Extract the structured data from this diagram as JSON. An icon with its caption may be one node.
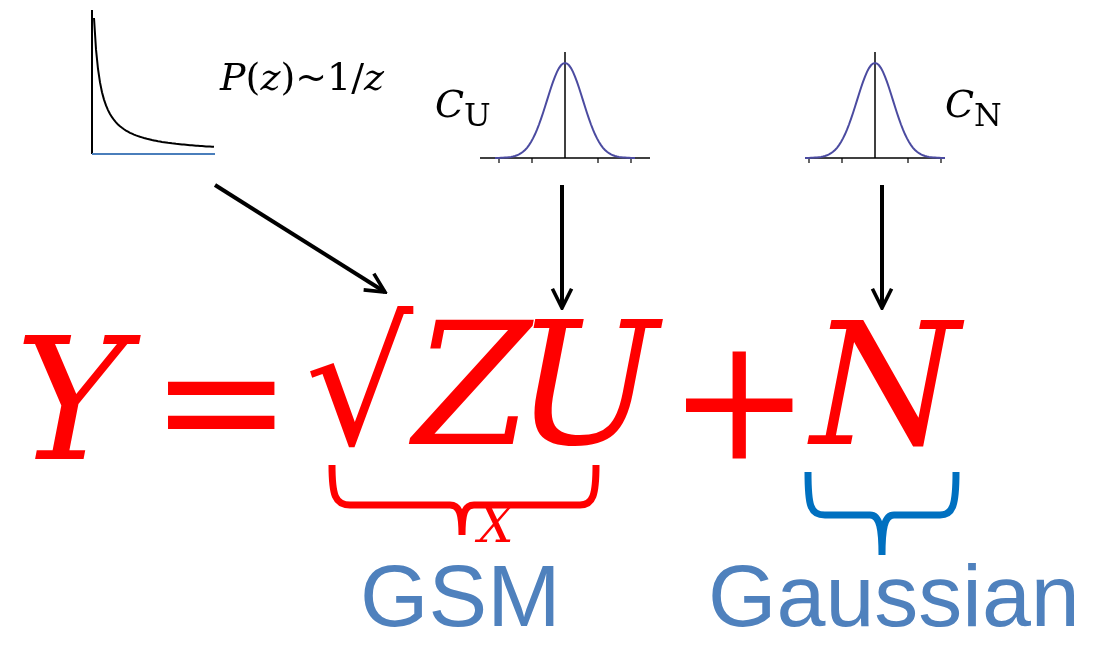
{
  "diagram": {
    "nodes": [
      {
        "text": [],
        "shape": "picture",
        "beside": [
          "*P*(*z*)~1/*z*"
        ]
      },
      {
        "text": [],
        "shape": "picture",
        "beside": [
          "*C*$_{U}$"
        ]
      },
      {
        "text": [],
        "shape": "picture",
        "beside": [
          "*C*$_{N}$"
        ]
      },
      {
        "text": [
          "√Z"
        ]
      },
      {
        "text": [
          "U"
        ]
      },
      {
        "text": [
          "N"
        ]
      }
    ],
    "edges": [
      {
        "from": 0,
        "to": 3,
        "arrow": "to"
      },
      {
        "from": 1,
        "to": 4,
        "arrow": "to"
      },
      {
        "from": 2,
        "to": 5,
        "arrow": "to"
      }
    ],
    "labels": [
      "Y",
      "=",
      "+",
      "X",
      "GSM",
      "Gaussian"
    ]
  }
}
